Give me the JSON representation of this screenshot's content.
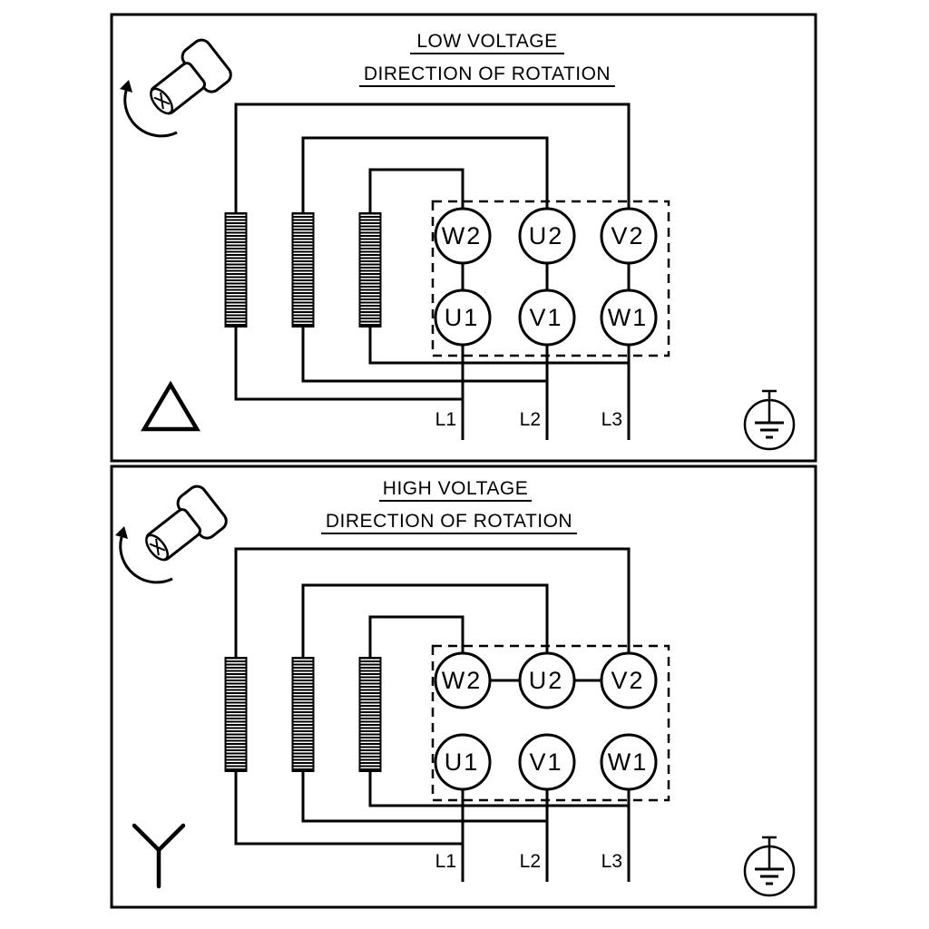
{
  "panels": [
    {
      "title": "LOW VOLTAGE",
      "subtitle": "DIRECTION OF ROTATION",
      "connection": "delta",
      "terminals_top": [
        "W2",
        "U2",
        "V2"
      ],
      "terminals_bottom": [
        "U1",
        "V1",
        "W1"
      ],
      "supply_lines": [
        "L1",
        "L2",
        "L3"
      ]
    },
    {
      "title": "HIGH VOLTAGE",
      "subtitle": "DIRECTION OF ROTATION",
      "connection": "star",
      "terminals_top": [
        "W2",
        "U2",
        "V2"
      ],
      "terminals_bottom": [
        "U1",
        "V1",
        "W1"
      ],
      "supply_lines": [
        "L1",
        "L2",
        "L3"
      ]
    }
  ],
  "icons": {
    "motor_shaft": "motor-shaft-rotation-icon",
    "delta": "delta-connection-icon",
    "star": "star-connection-icon",
    "earth": "earth-ground-icon"
  },
  "colors": {
    "ink": "#000000",
    "background": "#ffffff"
  }
}
